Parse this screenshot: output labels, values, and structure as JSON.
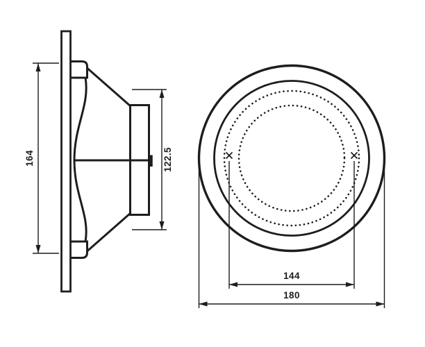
{
  "dimensions": {
    "side_height": "164",
    "side_inner": "122.5",
    "front_bolt_circle": "144",
    "front_outer_diameter": "180"
  },
  "colors": {
    "line": "#1d1d1b",
    "background": "#ffffff"
  }
}
